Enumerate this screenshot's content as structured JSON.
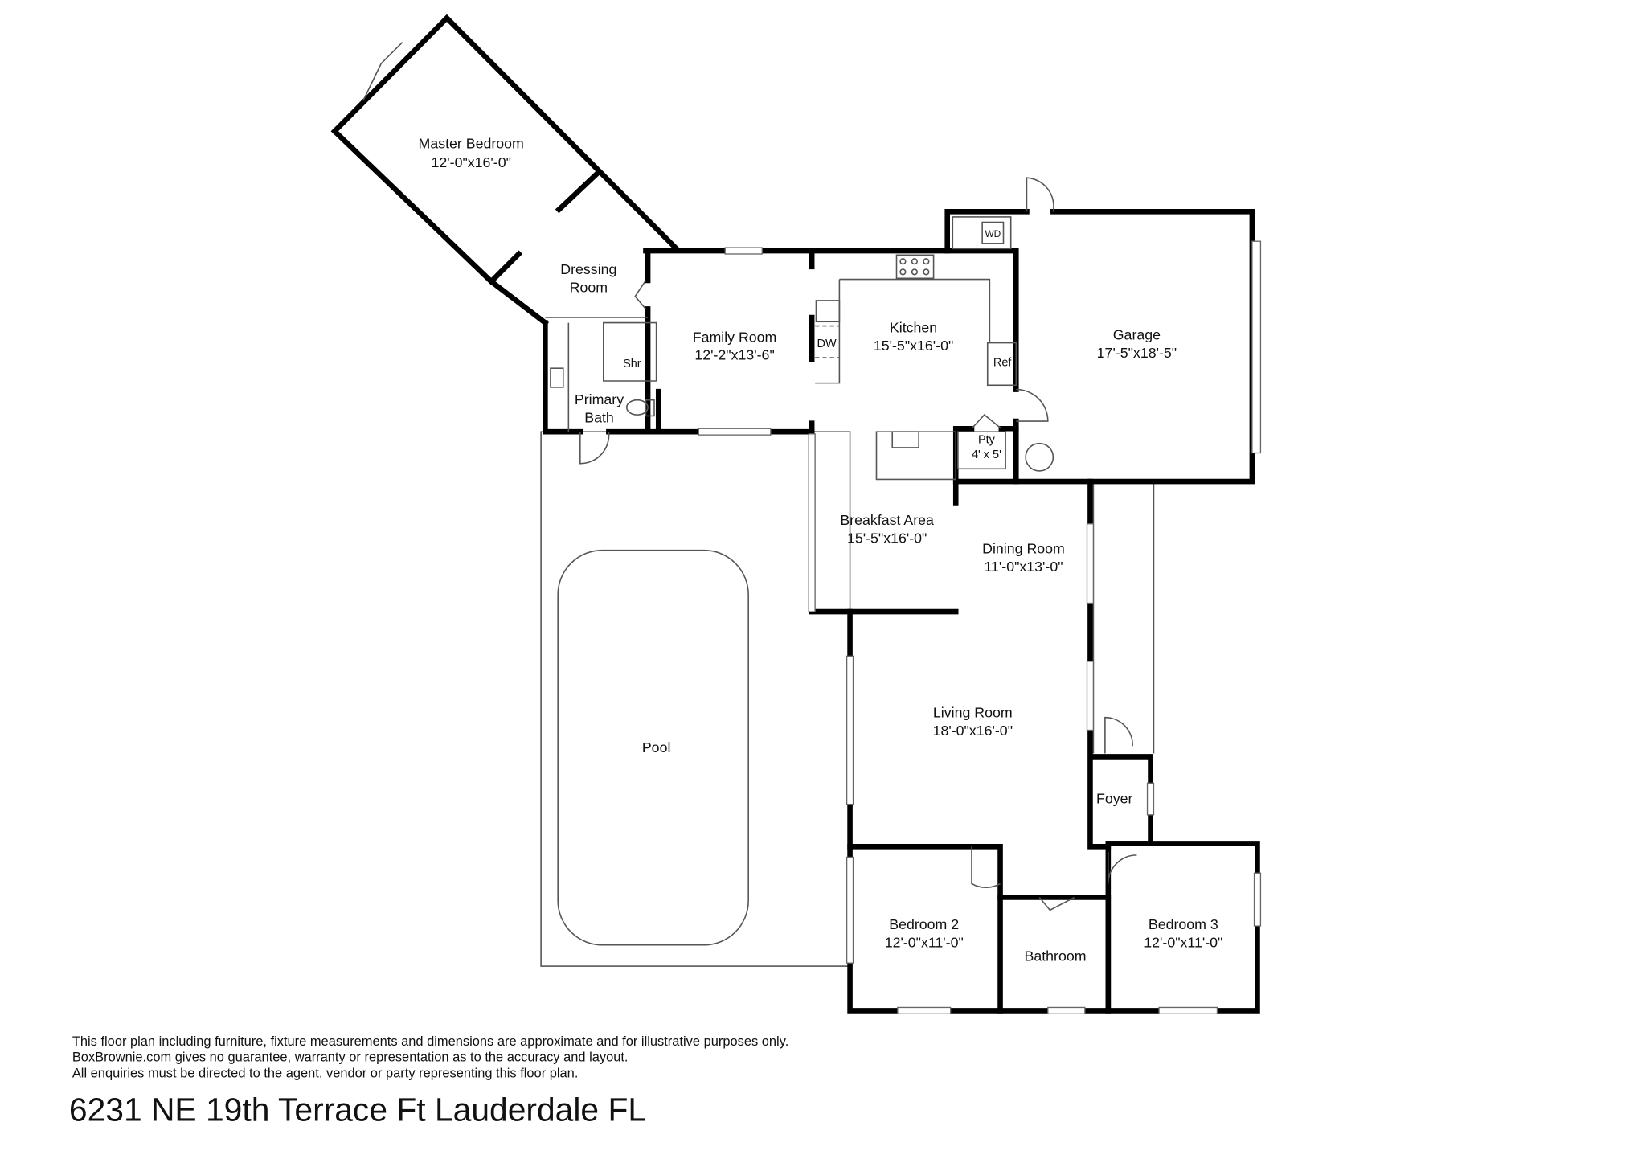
{
  "rooms": {
    "master_bedroom": {
      "name": "Master Bedroom",
      "dims": "12'-0\"x16'-0\""
    },
    "dressing_room": {
      "name1": "Dressing",
      "name2": "Room"
    },
    "primary_bath": {
      "name1": "Primary",
      "name2": "Bath",
      "shower": "Shr"
    },
    "family_room": {
      "name": "Family Room",
      "dims": "12'-2\"x13'-6\""
    },
    "kitchen": {
      "name": "Kitchen",
      "dims": "15'-5\"x16'-0\"",
      "dw": "DW",
      "ref": "Ref"
    },
    "laundry": {
      "wd": "WD"
    },
    "garage": {
      "name": "Garage",
      "dims": "17'-5\"x18'-5\""
    },
    "pantry": {
      "name": "Pty",
      "dims": "4' x 5'"
    },
    "breakfast_area": {
      "name": "Breakfast Area",
      "dims": "15'-5\"x16'-0\""
    },
    "dining_room": {
      "name": "Dining Room",
      "dims": "11'-0\"x13'-0\""
    },
    "living_room": {
      "name": "Living Room",
      "dims": "18'-0\"x16'-0\""
    },
    "foyer": {
      "name": "Foyer"
    },
    "pool": {
      "name": "Pool"
    },
    "bedroom_2": {
      "name": "Bedroom 2",
      "dims": "12'-0\"x11'-0\""
    },
    "bathroom": {
      "name": "Bathroom"
    },
    "bedroom_3": {
      "name": "Bedroom 3",
      "dims": "12'-0\"x11'-0\""
    }
  },
  "disclaimer": [
    "This floor plan including furniture, fixture measurements and dimensions are approximate and for illustrative purposes only.",
    "BoxBrownie.com gives no guarantee, warranty or representation as to the accuracy and layout.",
    "All enquiries must be directed to the agent, vendor or party representing this floor plan."
  ],
  "address": "6231 NE 19th Terrace Ft Lauderdale FL"
}
